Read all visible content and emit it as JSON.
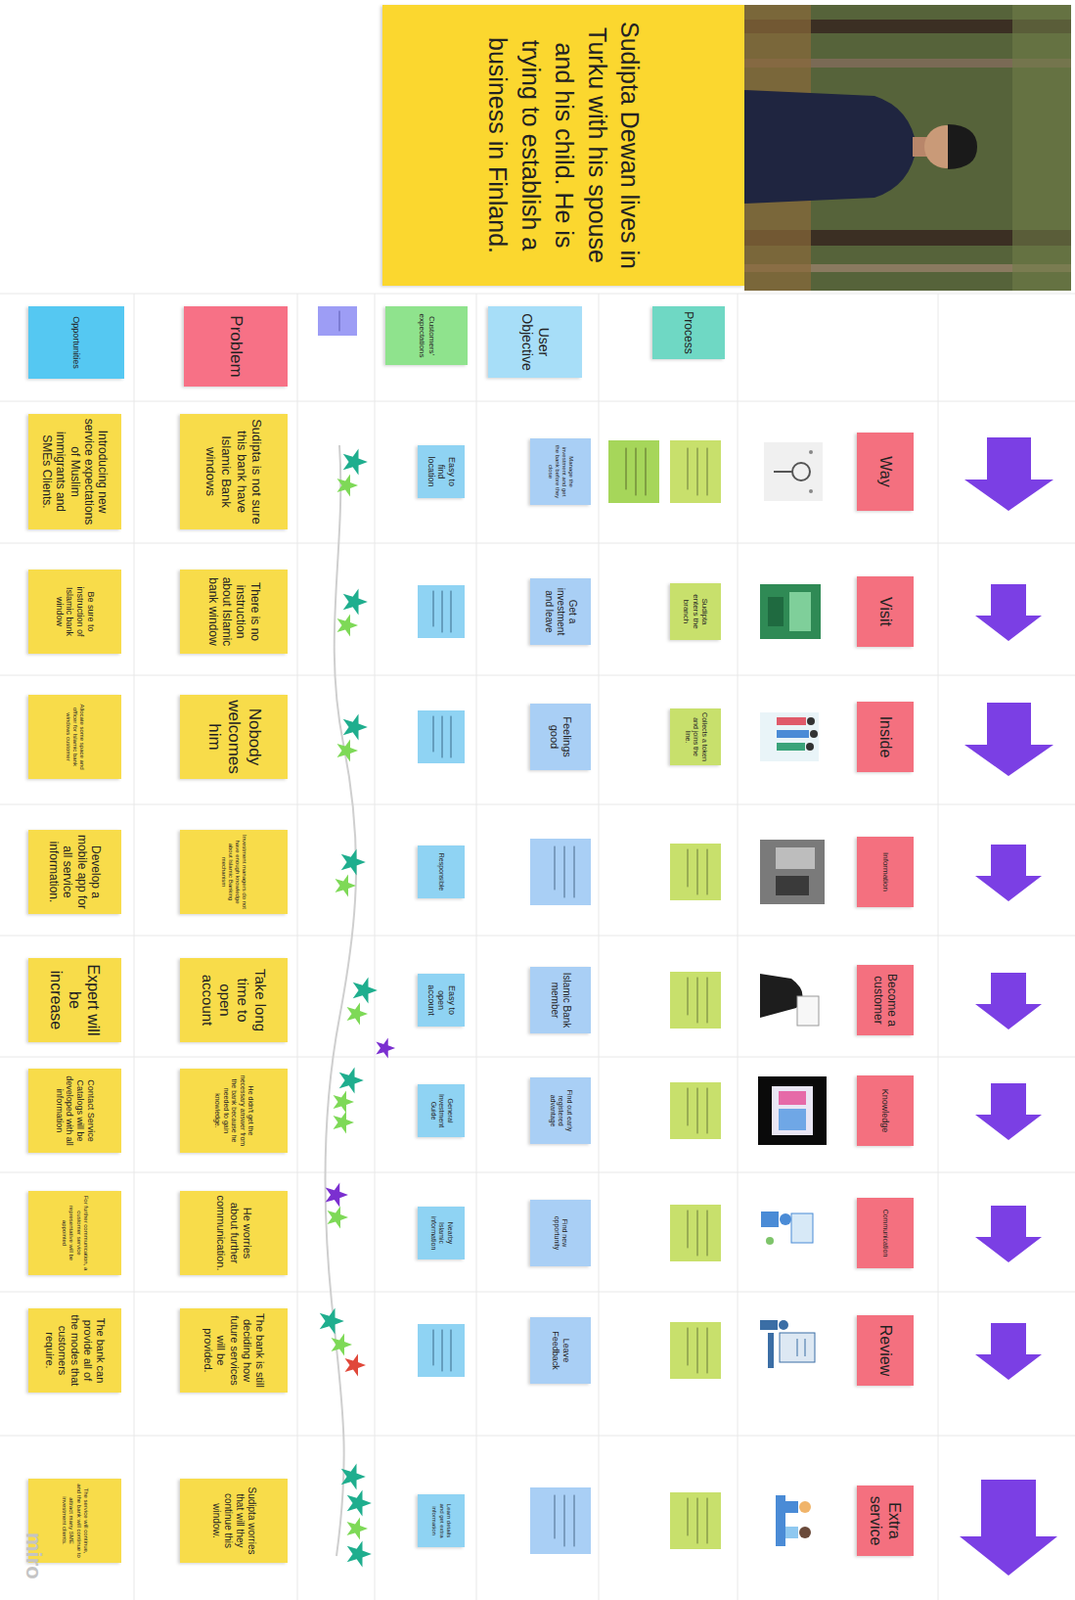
{
  "diagram": {
    "nodes": [
      {
        "text": [
          "Sudipta Dewan lives in Turku with his spouse and his child. He is trying to establish a business in Finland."
        ]
      },
      {
        "text": [
          "Process"
        ]
      },
      {
        "text": [
          "User Objective"
        ]
      },
      {
        "text": [
          "Customers' expectations"
        ]
      },
      {
        "text": [
          "Problem"
        ]
      },
      {
        "text": [
          "Opportunities"
        ]
      },
      {
        "text": [
          "Way"
        ]
      },
      {
        "text": [
          "Visit"
        ]
      },
      {
        "text": [
          "Inside"
        ]
      },
      {
        "text": [
          "Information"
        ]
      },
      {
        "text": [
          "Become a customer"
        ]
      },
      {
        "text": [
          "Knowledge"
        ]
      },
      {
        "text": [
          "Communication"
        ]
      },
      {
        "text": [
          "Review"
        ]
      },
      {
        "text": [
          "Extra service"
        ]
      },
      {
        "text": [
          "Sudipta enters the branch"
        ]
      },
      {
        "text": [
          "Collects a token and joins the line."
        ]
      },
      {
        "text": [
          "Manage the investment and get the bank before they close"
        ]
      },
      {
        "text": [
          "Get a investment and leave"
        ]
      },
      {
        "text": [
          "Feelings good"
        ]
      },
      {
        "text": [
          "Islamic Bank member"
        ]
      },
      {
        "text": [
          "Find out early registered advantage"
        ]
      },
      {
        "text": [
          "Find new opportunity"
        ]
      },
      {
        "text": [
          "Leave Feedback"
        ]
      },
      {
        "text": [
          "Easy to find location"
        ]
      },
      {
        "text": [
          "Responsible"
        ]
      },
      {
        "text": [
          "Easy to open account"
        ]
      },
      {
        "text": [
          "General Investment Guide"
        ]
      },
      {
        "text": [
          "Nearby Islamic information"
        ]
      },
      {
        "text": [
          "Learn details and get extra information"
        ]
      },
      {
        "text": [
          "Sudipta is not sure this bank have Islamic Bank windows"
        ]
      },
      {
        "text": [
          "There is no instruction about Islamic bank window"
        ]
      },
      {
        "text": [
          "Nobody welcomes him"
        ]
      },
      {
        "text": [
          "Investment managers do not have enough knowledge about Islamic Banking mechanism"
        ]
      },
      {
        "text": [
          "Take long time to open account"
        ]
      },
      {
        "text": [
          "He didn't get the necessary answer from the bank because he needed to gain knowledge."
        ]
      },
      {
        "text": [
          "He worries about further communication."
        ]
      },
      {
        "text": [
          "The bank is still deciding how future services will be provided."
        ]
      },
      {
        "text": [
          "Sudipta worries that will they continue this window."
        ]
      },
      {
        "text": [
          "Introducing new service expectations of Muslim immigrants and SMEs Clients."
        ]
      },
      {
        "text": [
          "Be sure to instruction of Islamic bank window"
        ]
      },
      {
        "text": [
          "Allocate some space and officer for Islamic bank windows customer"
        ]
      },
      {
        "text": [
          "Develop a mobile app for all service information."
        ]
      },
      {
        "text": [
          "Expert will be increase"
        ]
      },
      {
        "text": [
          "Contact Service Catalogs will be developed with all information"
        ]
      },
      {
        "text": [
          "For further communication, a customer service representative will be appointed"
        ]
      },
      {
        "text": [
          "The bank can provide all of the modes that customers require."
        ]
      },
      {
        "text": [
          "The service will continue, and the bank will continue to attract many SME investment clients."
        ]
      }
    ],
    "labels": [
      "miro"
    ]
  }
}
